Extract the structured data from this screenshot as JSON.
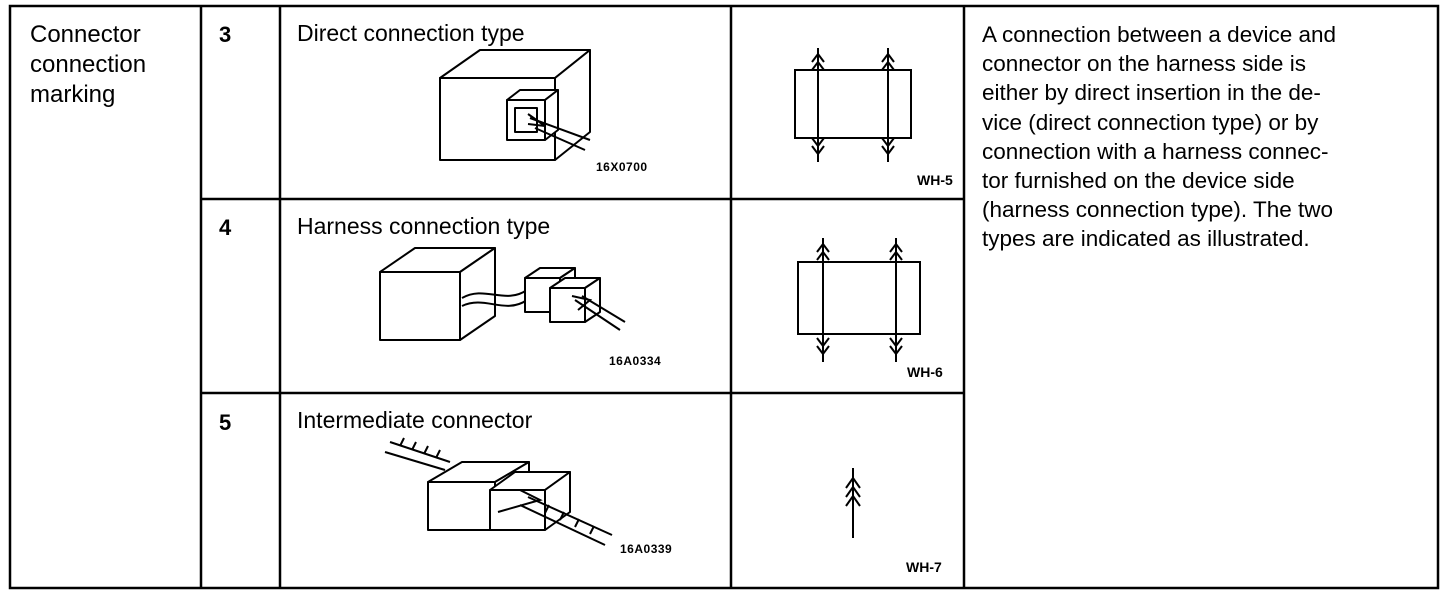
{
  "category": "Connector connection marking",
  "rows": [
    {
      "number": "3",
      "title": "Direct connection type",
      "image_code": "16X0700",
      "symbol_code": "WH-5"
    },
    {
      "number": "4",
      "title": "Harness connection type",
      "image_code": "16A0334",
      "symbol_code": "WH-6"
    },
    {
      "number": "5",
      "title": "Intermediate connector",
      "image_code": "16A0339",
      "symbol_code": "WH-7"
    }
  ],
  "description_lines": [
    "A connection between a device and",
    "connector on the harness side is",
    "either by direct insertion in the de-",
    "vice (direct connection type) or by",
    "connection with a harness connec-",
    "tor furnished on the device side",
    "(harness connection type). The two",
    "types are indicated as illustrated."
  ]
}
